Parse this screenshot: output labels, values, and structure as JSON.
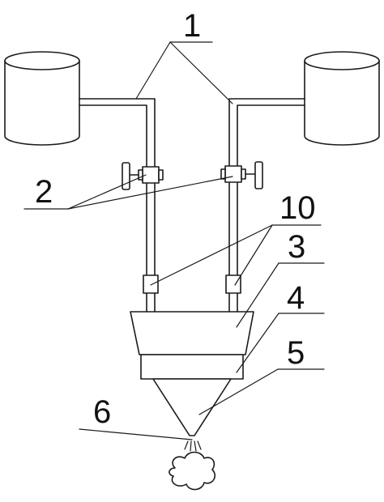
{
  "labels": {
    "tank": "1",
    "valve": "2",
    "upper_hopper": "3",
    "band": "4",
    "nozzle_cone": "5",
    "spray_outlet": "6",
    "connector": "10"
  }
}
